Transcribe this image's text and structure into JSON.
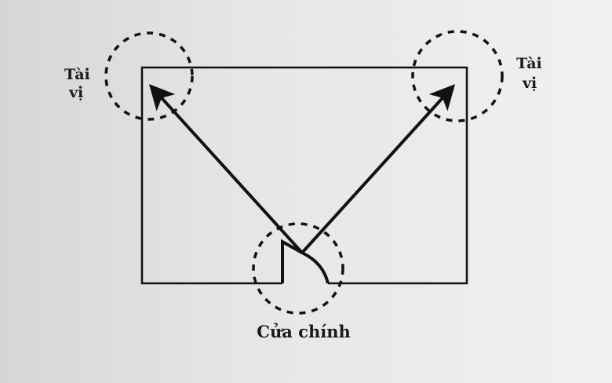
{
  "labels": {
    "left_top": "Tài",
    "left_bottom": "vị",
    "right_top": "Tài",
    "right_bottom": "vị",
    "door": "Cửa chính"
  },
  "colors": {
    "stroke": "#111111"
  }
}
